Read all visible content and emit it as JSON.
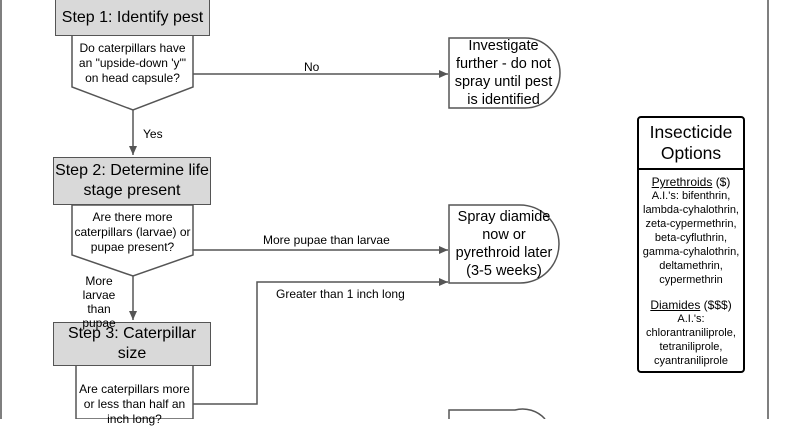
{
  "steps": {
    "step1": "Step 1: Identify pest",
    "step2": "Step 2: Determine life stage present",
    "step3": "Step 3: Caterpillar size"
  },
  "decisions": {
    "d1": "Do caterpillars have an \"upside-down 'y'\" on head capsule?",
    "d2": "Are there more caterpillars (larvae) or pupae present?",
    "d3": "Are caterpillars more or less than half an inch long?"
  },
  "outcomes": {
    "o1": "Investigate further - do not spray until pest is identified",
    "o2": "Spray diamide now or pyrethroid later (3-5 weeks)"
  },
  "arrows": {
    "no": "No",
    "yes": "Yes",
    "more_pupae": "More pupae than larvae",
    "more_larvae": "More larvae than pupae",
    "greater_1in": "Greater than 1 inch long"
  },
  "options": {
    "title": "Insecticide Options",
    "groups": [
      {
        "name": "Pyrethroids",
        "cost": "($)",
        "ai_label": "A.I.'s: bifenthrin,",
        "items": [
          "lambda-cyhalothrin,",
          "zeta-cypermethrin,",
          "beta-cyfluthrin,",
          "gamma-cyhalothrin,",
          "deltamethrin,",
          "cypermethrin"
        ]
      },
      {
        "name": "Diamides",
        "cost": "($$$)",
        "ai_label": "A.I.'s:",
        "items": [
          "chlorantraniliprole,",
          "tetraniliprole,",
          "cyantraniliprole"
        ]
      }
    ]
  }
}
